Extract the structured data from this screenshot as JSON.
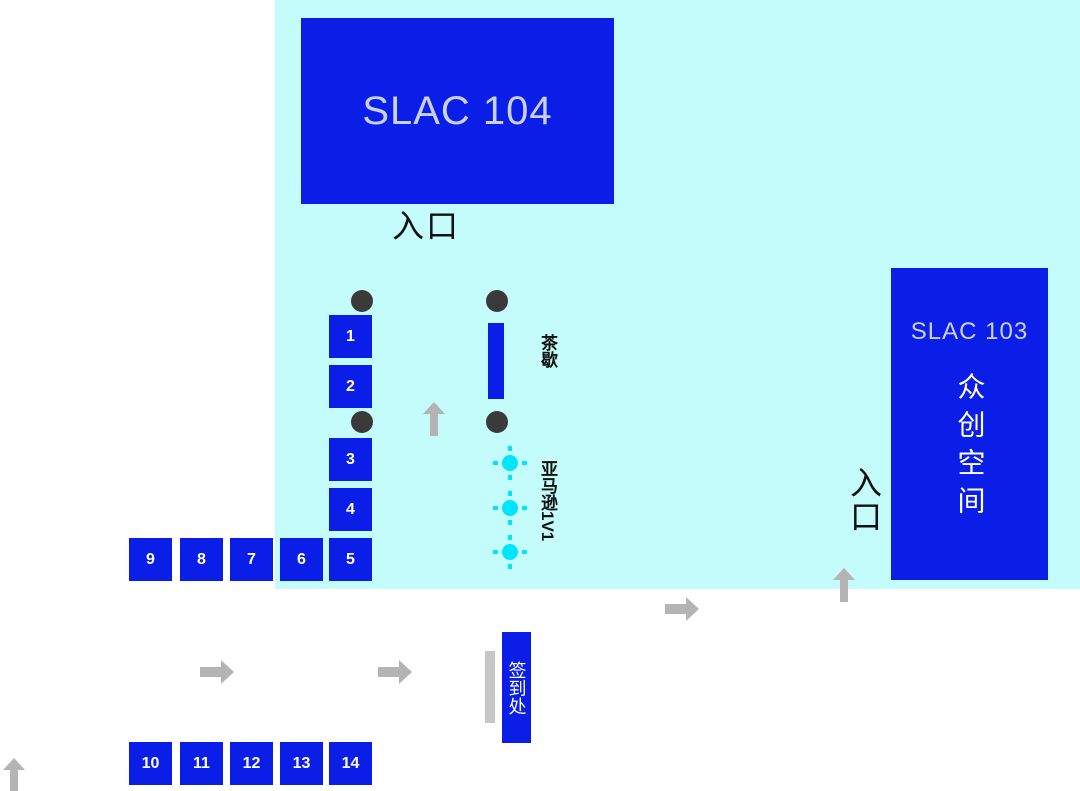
{
  "rooms": {
    "slac104": {
      "label": "SLAC 104"
    },
    "slac103": {
      "label": "SLAC 103",
      "sub": "众创空间"
    }
  },
  "entrances": {
    "top": "入口",
    "right": "入口"
  },
  "booths_upper": [
    "1",
    "2",
    "3",
    "4",
    "5",
    "6",
    "7",
    "8",
    "9"
  ],
  "booths_lower": [
    "10",
    "11",
    "12",
    "13",
    "14"
  ],
  "labels": {
    "tea_break": "茶歇",
    "amazon": "亚马逊1V1",
    "checkin": "签到处"
  },
  "colors": {
    "zone": "#c4fcfc",
    "room": "#0a1ee8",
    "dot": "#3a3a3a",
    "arrow": "#b4b4b4",
    "amazon_seat": "#00e5ff"
  }
}
